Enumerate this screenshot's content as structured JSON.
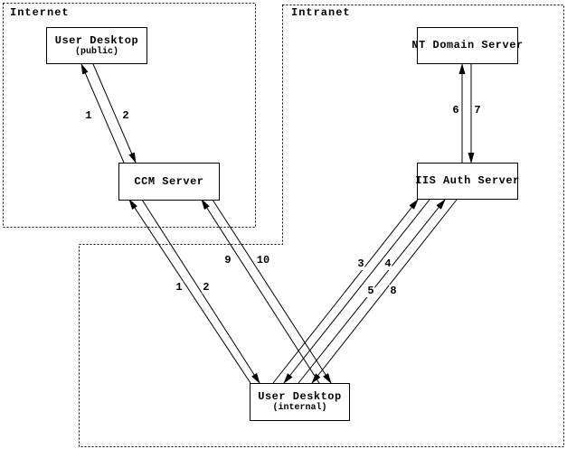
{
  "colors": {
    "foreground": "#000000",
    "background": "#ffffff"
  },
  "zones": {
    "internet": {
      "label": "Internet"
    },
    "intranet": {
      "label": "Intranet"
    }
  },
  "nodes": {
    "user_desktop_public": {
      "title": "User Desktop",
      "subtitle": "(public)"
    },
    "ccm_server": {
      "title": "CCM Server"
    },
    "nt_domain_server": {
      "title": "NT Domain Server"
    },
    "iis_auth_server": {
      "title": "IIS Auth Server"
    },
    "user_desktop_internal": {
      "title": "User Desktop",
      "subtitle": "(internal)"
    }
  },
  "edge_labels": {
    "pub_ccm_1": "1",
    "pub_ccm_2": "2",
    "ccm_internal_1": "1",
    "ccm_internal_2": "2",
    "ccm_internal_9": "9",
    "ccm_internal_10": "10",
    "iis_internal_3": "3",
    "iis_internal_4": "4",
    "iis_internal_5": "5",
    "iis_internal_8": "8",
    "nt_iis_6": "6",
    "nt_iis_7": "7"
  }
}
